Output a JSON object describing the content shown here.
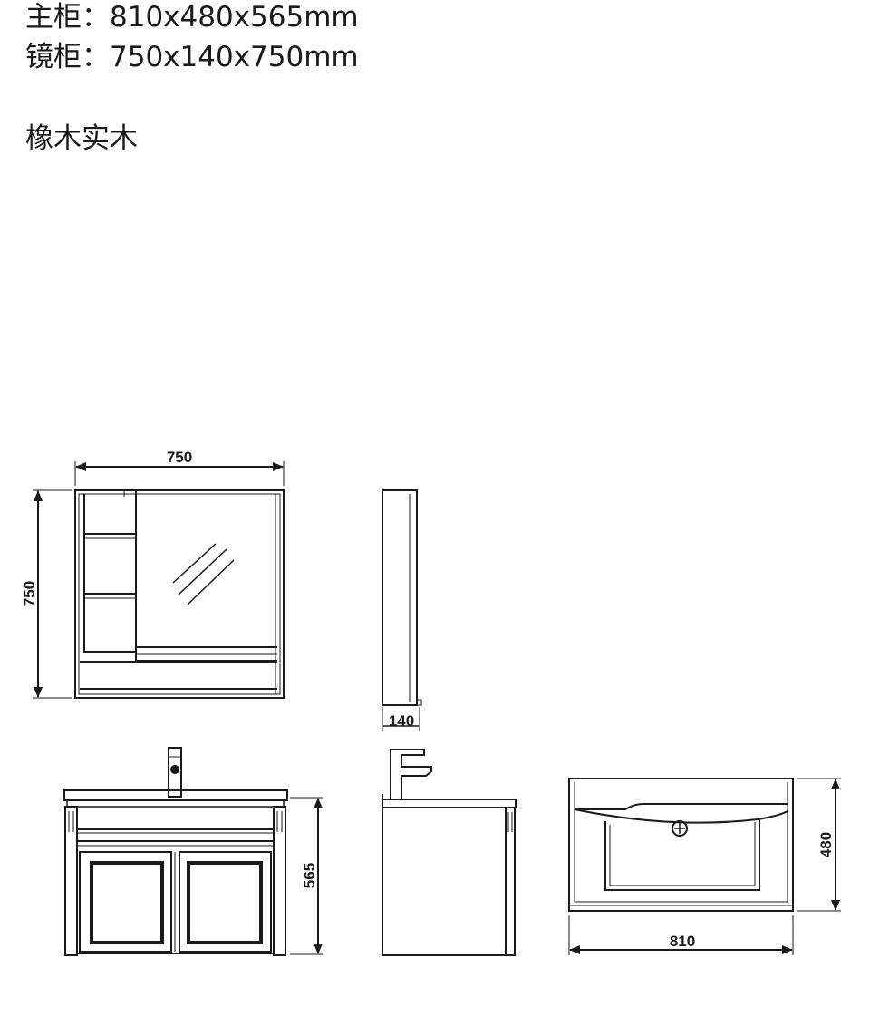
{
  "specs": {
    "main_cabinet": "主柜：810x480x565mm",
    "mirror_cabinet": "镜柜：750x140x750mm",
    "material": "橡木实木"
  },
  "dimensions": {
    "mirror_width": "750",
    "mirror_height": "750",
    "mirror_depth": "140",
    "main_height": "565",
    "main_depth": "480",
    "main_width": "810"
  }
}
